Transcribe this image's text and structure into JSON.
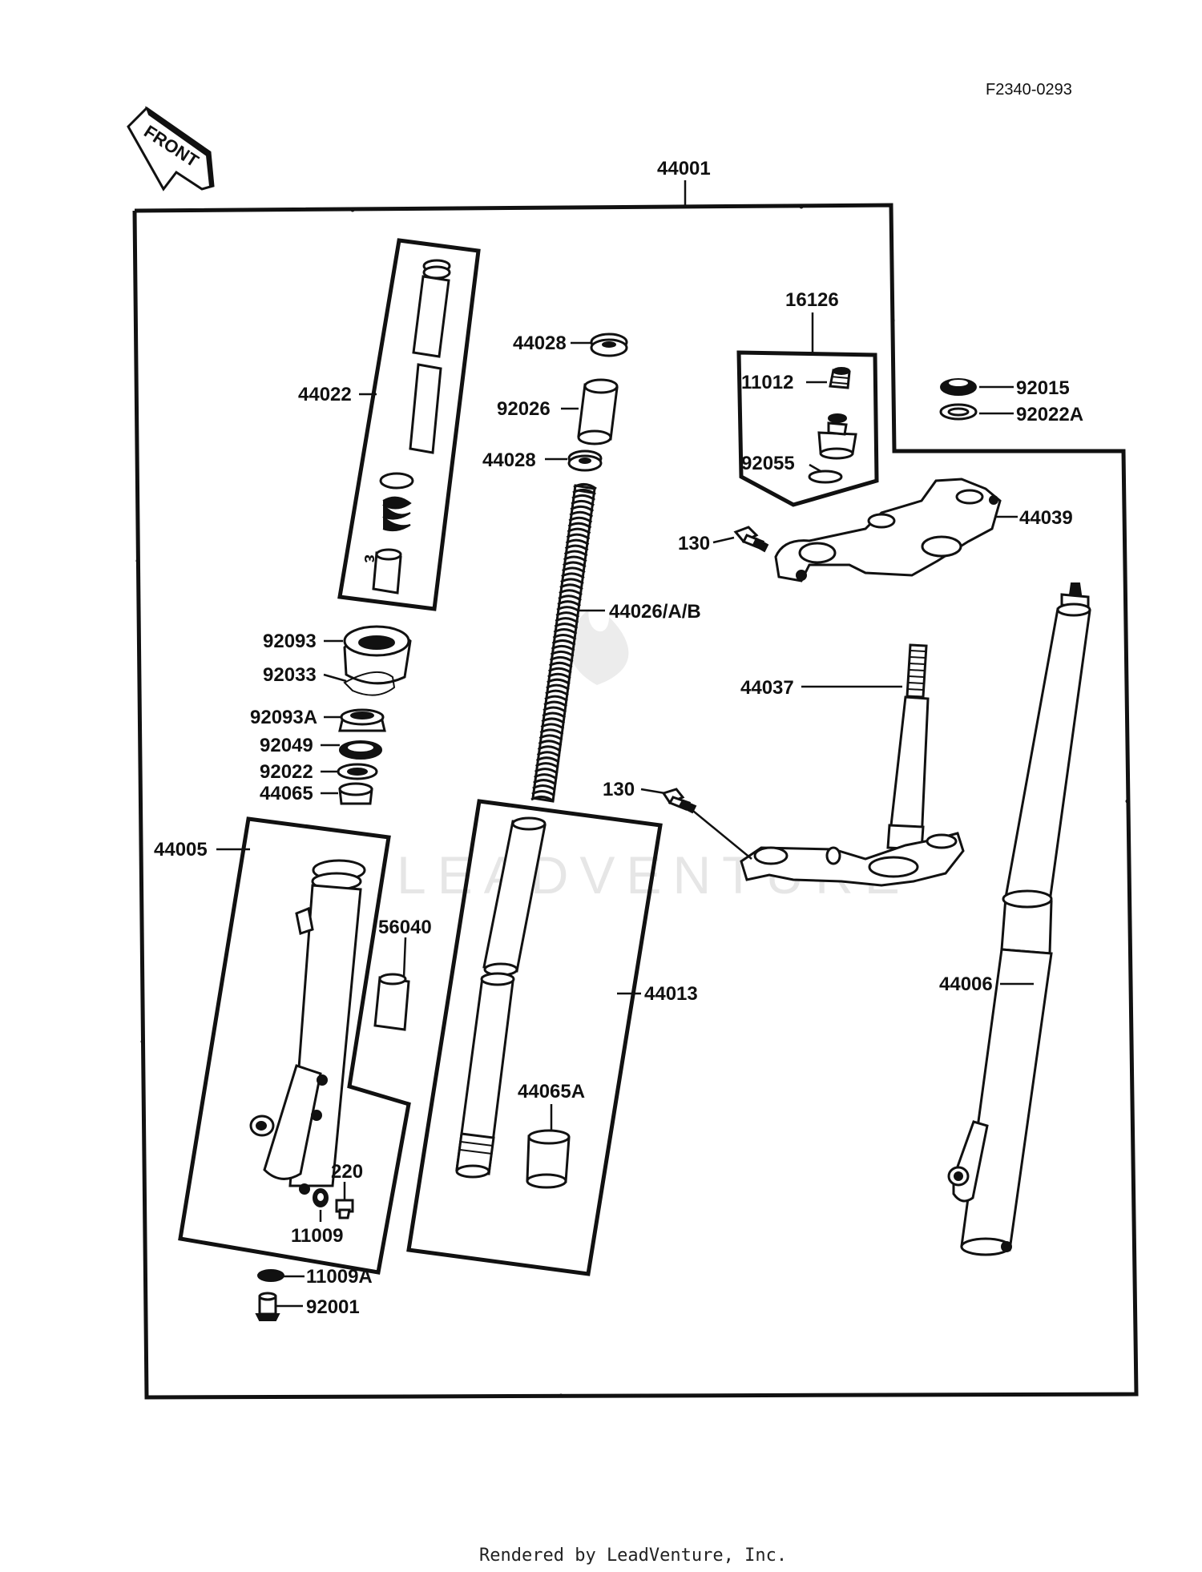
{
  "header": {
    "doc_id": "F2340-0293",
    "front_label": "FRONT"
  },
  "footer": {
    "credit": "Rendered by LeadVenture, Inc."
  },
  "watermark": {
    "text": "LEADVENTURE"
  },
  "callouts": {
    "c44001": "44001",
    "c16126": "16126",
    "c44028a": "44028",
    "c44022": "44022",
    "c92026": "92026",
    "c44028b": "44028",
    "c11012": "11012",
    "c92055": "92055",
    "c92015": "92015",
    "c92022A": "92022A",
    "c44039": "44039",
    "c130a": "130",
    "c44026": "44026/A/B",
    "c92093": "92093",
    "c92033": "92033",
    "c92093A": "92093A",
    "c92049": "92049",
    "c92022": "92022",
    "c44065": "44065",
    "c44037": "44037",
    "c130b": "130",
    "c44005": "44005",
    "c56040": "56040",
    "c44013": "44013",
    "c44006": "44006",
    "c44065A": "44065A",
    "c220": "220",
    "c11009": "11009",
    "c11009A": "11009A",
    "c92001": "92001"
  }
}
